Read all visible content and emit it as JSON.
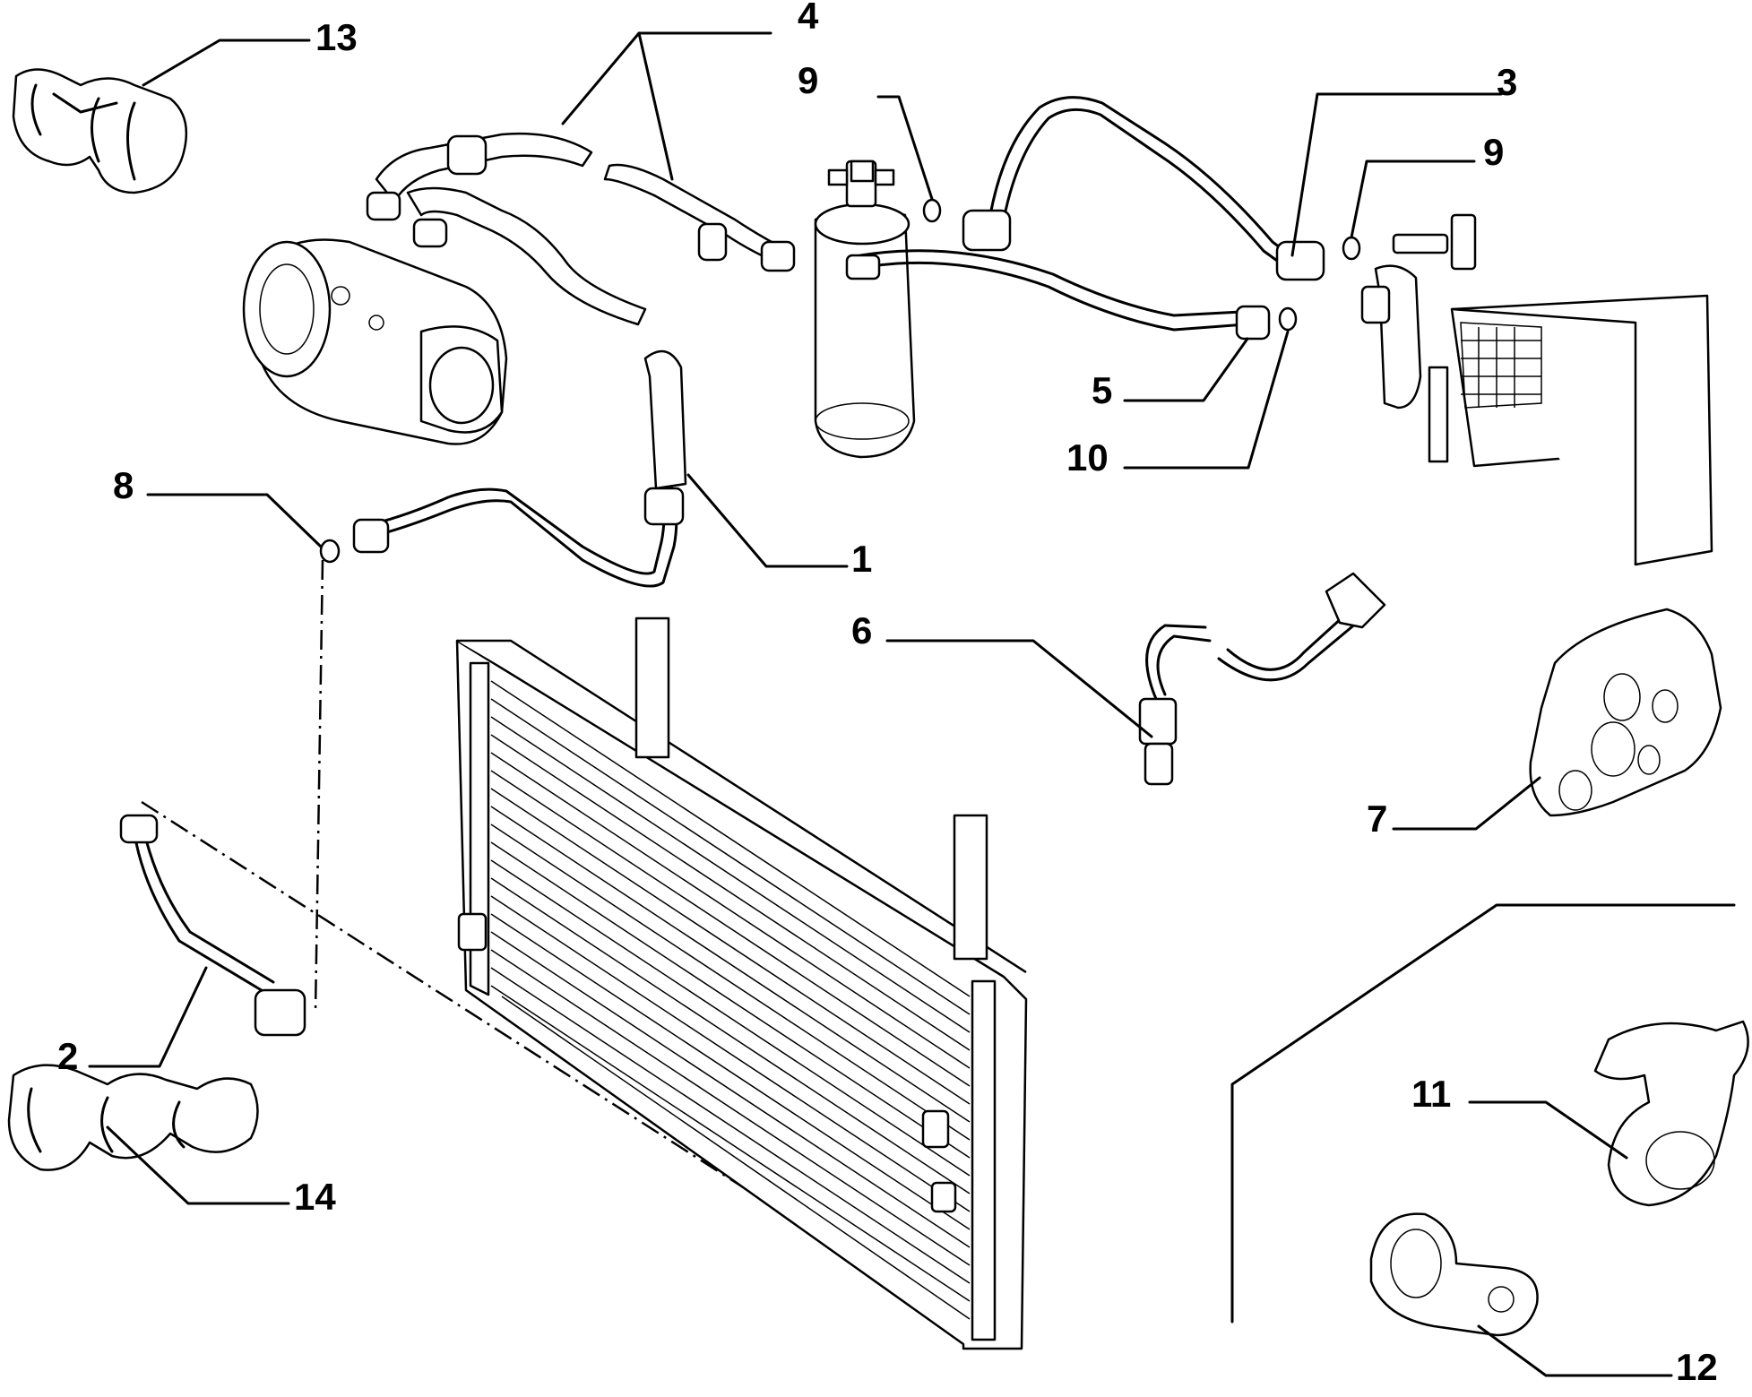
{
  "callouts": [
    {
      "id": "1",
      "label": "1"
    },
    {
      "id": "2",
      "label": "2"
    },
    {
      "id": "3",
      "label": "3"
    },
    {
      "id": "4",
      "label": "4"
    },
    {
      "id": "5",
      "label": "5"
    },
    {
      "id": "6",
      "label": "6"
    },
    {
      "id": "7",
      "label": "7"
    },
    {
      "id": "8",
      "label": "8"
    },
    {
      "id": "9a",
      "label": "9"
    },
    {
      "id": "9b",
      "label": "9"
    },
    {
      "id": "10",
      "label": "10"
    },
    {
      "id": "11",
      "label": "11"
    },
    {
      "id": "12",
      "label": "12"
    },
    {
      "id": "13",
      "label": "13"
    },
    {
      "id": "14",
      "label": "14"
    }
  ],
  "colors": {
    "line": "#000000",
    "background": "#ffffff"
  }
}
